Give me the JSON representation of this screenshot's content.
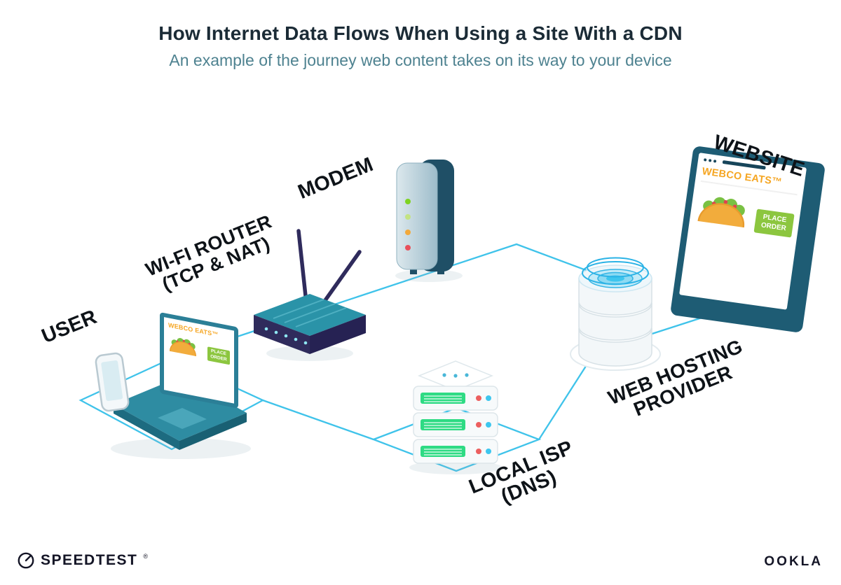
{
  "header": {
    "title": "How Internet Data Flows When Using a Site With a CDN",
    "subtitle": "An example of the journey web content takes on its way to your device"
  },
  "labels": {
    "user": {
      "line1": "USER"
    },
    "router": {
      "line1": "WI-FI ROUTER",
      "line2": "(TCP & NAT)"
    },
    "modem": {
      "line1": "MODEM"
    },
    "isp": {
      "line1": "LOCAL ISP",
      "line2": "(DNS)"
    },
    "hosting": {
      "line1": "WEB HOSTING",
      "line2": "PROVIDER"
    },
    "website": {
      "line1": "WEBSITE"
    }
  },
  "mock_site": {
    "brand": "WEBCO EATS™",
    "cta": "PLACE ORDER"
  },
  "footer": {
    "speedtest_wordmark": "SPEEDTEST",
    "speedtest_mark": "®",
    "ookla_wordmark": "OOKLA"
  },
  "icons": {
    "gauge": "speedtest-gauge-icon",
    "taco": "taco-icon"
  },
  "colors": {
    "connection_line": "#3FC3EA",
    "title_text": "#1B2B36",
    "subtitle_text": "#4E8290",
    "brand_orange": "#F5A623",
    "cta_green": "#8CC63F",
    "router_navy": "#2F2B5C",
    "device_teal": "#2E8CA2",
    "database_blue": "#35B5E5",
    "footer_navy": "#141526"
  }
}
